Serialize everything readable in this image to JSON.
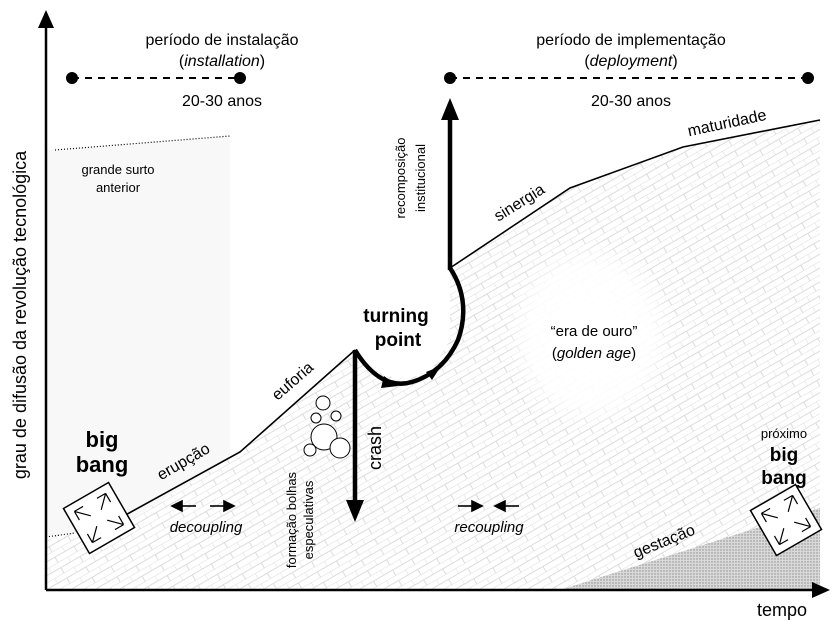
{
  "axes": {
    "y_label": "grau de difusão da revolução tecnológica",
    "x_label": "tempo"
  },
  "periods": {
    "installation": {
      "title": "período de instalação",
      "subtitle": "installation",
      "duration": "20-30 anos"
    },
    "deployment": {
      "title": "período de implementação",
      "subtitle": "deployment",
      "duration": "20-30 anos"
    }
  },
  "labels": {
    "previous_surge_1": "grande surto",
    "previous_surge_2": "anterior",
    "big_bang_1": "big",
    "big_bang_2": "bang",
    "eruption": "erupção",
    "euphoria": "euforia",
    "bubbles_1": "formação bolhas",
    "bubbles_2": "especulativas",
    "crash": "crash",
    "turning_point_1": "turning",
    "turning_point_2": "point",
    "recomposition_1": "recomposição",
    "recomposition_2": "institucional",
    "synergy": "sinergia",
    "maturity": "maturidade",
    "golden_age_1": "“era de ouro”",
    "golden_age_2": "golden age",
    "next": "próximo",
    "next_big": "big",
    "next_bang": "bang",
    "gestation": "gestação",
    "decoupling": "decoupling",
    "recoupling": "recoupling"
  }
}
